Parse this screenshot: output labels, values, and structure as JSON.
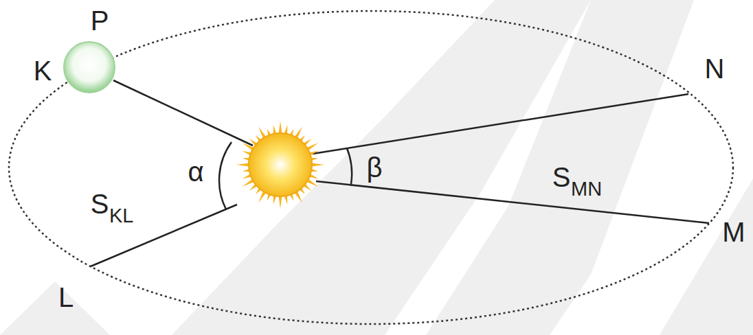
{
  "diagram": {
    "labels": [
      "P",
      "K",
      "N",
      "α",
      "β",
      "S",
      "KL",
      "S",
      "MN",
      "L",
      "M"
    ]
  }
}
